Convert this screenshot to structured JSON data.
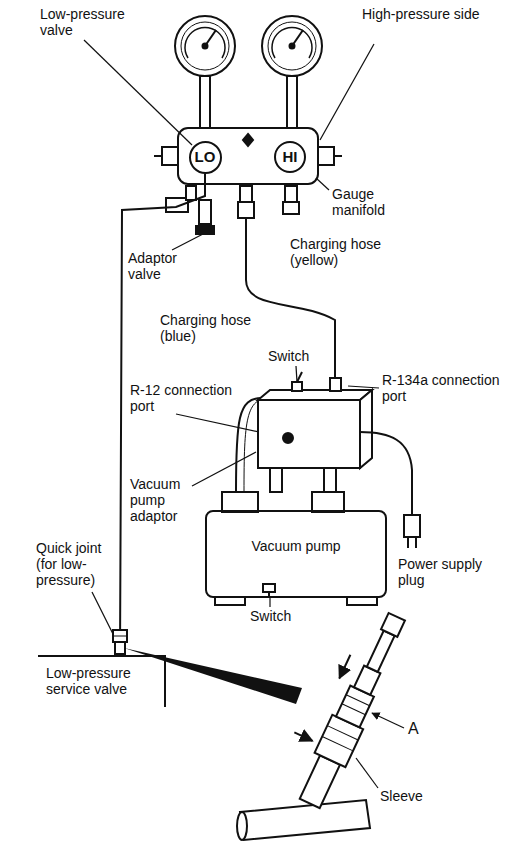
{
  "diagram": {
    "nodes": [
      {
        "text": [
          "LO"
        ]
      },
      {
        "text": [
          "HI"
        ]
      },
      {
        "text": [
          "Vacuum pump"
        ]
      },
      {
        "text": [
          "Low-pressure service valve"
        ]
      }
    ],
    "edges": [
      {
        "from": 0,
        "to": 3,
        "arrow": "none"
      }
    ],
    "labels": [
      "Low-pressure valve",
      "High-pressure side",
      "Gauge manifold",
      "Adaptor valve",
      "Charging hose (yellow)",
      "Charging hose (blue)",
      "Switch",
      "R-12 connection port",
      "R-134a connection port",
      "Vacuum pump adaptor",
      "Power supply plug",
      "Quick joint (for low-pressure)",
      "Switch",
      "A",
      "Sleeve"
    ]
  }
}
